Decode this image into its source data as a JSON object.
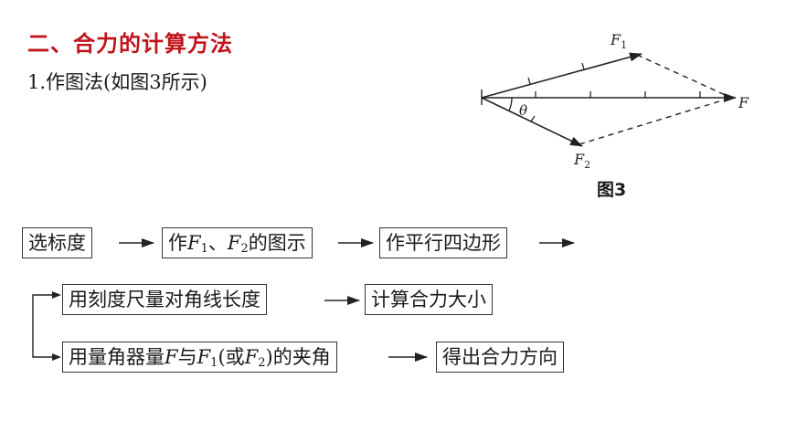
{
  "section": {
    "heading": "二、合力的计算方法",
    "subheading": "1.作图法(如图3所示)"
  },
  "figure": {
    "caption": "图3",
    "labels": {
      "f1": "F",
      "f1_sub": "1",
      "f2": "F",
      "f2_sub": "2",
      "f": "F",
      "angle": "θ"
    }
  },
  "flowchart": {
    "row1": {
      "step1": "选标度",
      "step2_a": "作",
      "step2_f": "F",
      "step2_s1": "1",
      "step2_b": "、",
      "step2_f2": "F",
      "step2_s2": "2",
      "step2_c": "的图示",
      "step3": "作平行四边形"
    },
    "branch_a": {
      "step1": "用刻度尺量对角线长度",
      "step2": "计算合力大小"
    },
    "branch_b": {
      "step1_a": "用量角器量",
      "step1_f": "F",
      "step1_b": "与",
      "step1_f1": "F",
      "step1_s1": "1",
      "step1_c": "(或",
      "step1_f2": "F",
      "step1_s2": "2",
      "step1_d": ")的夹角",
      "step2": "得出合力方向"
    }
  },
  "colors": {
    "heading": "#c0141b",
    "text": "#1a1a1a",
    "line": "#222222"
  }
}
